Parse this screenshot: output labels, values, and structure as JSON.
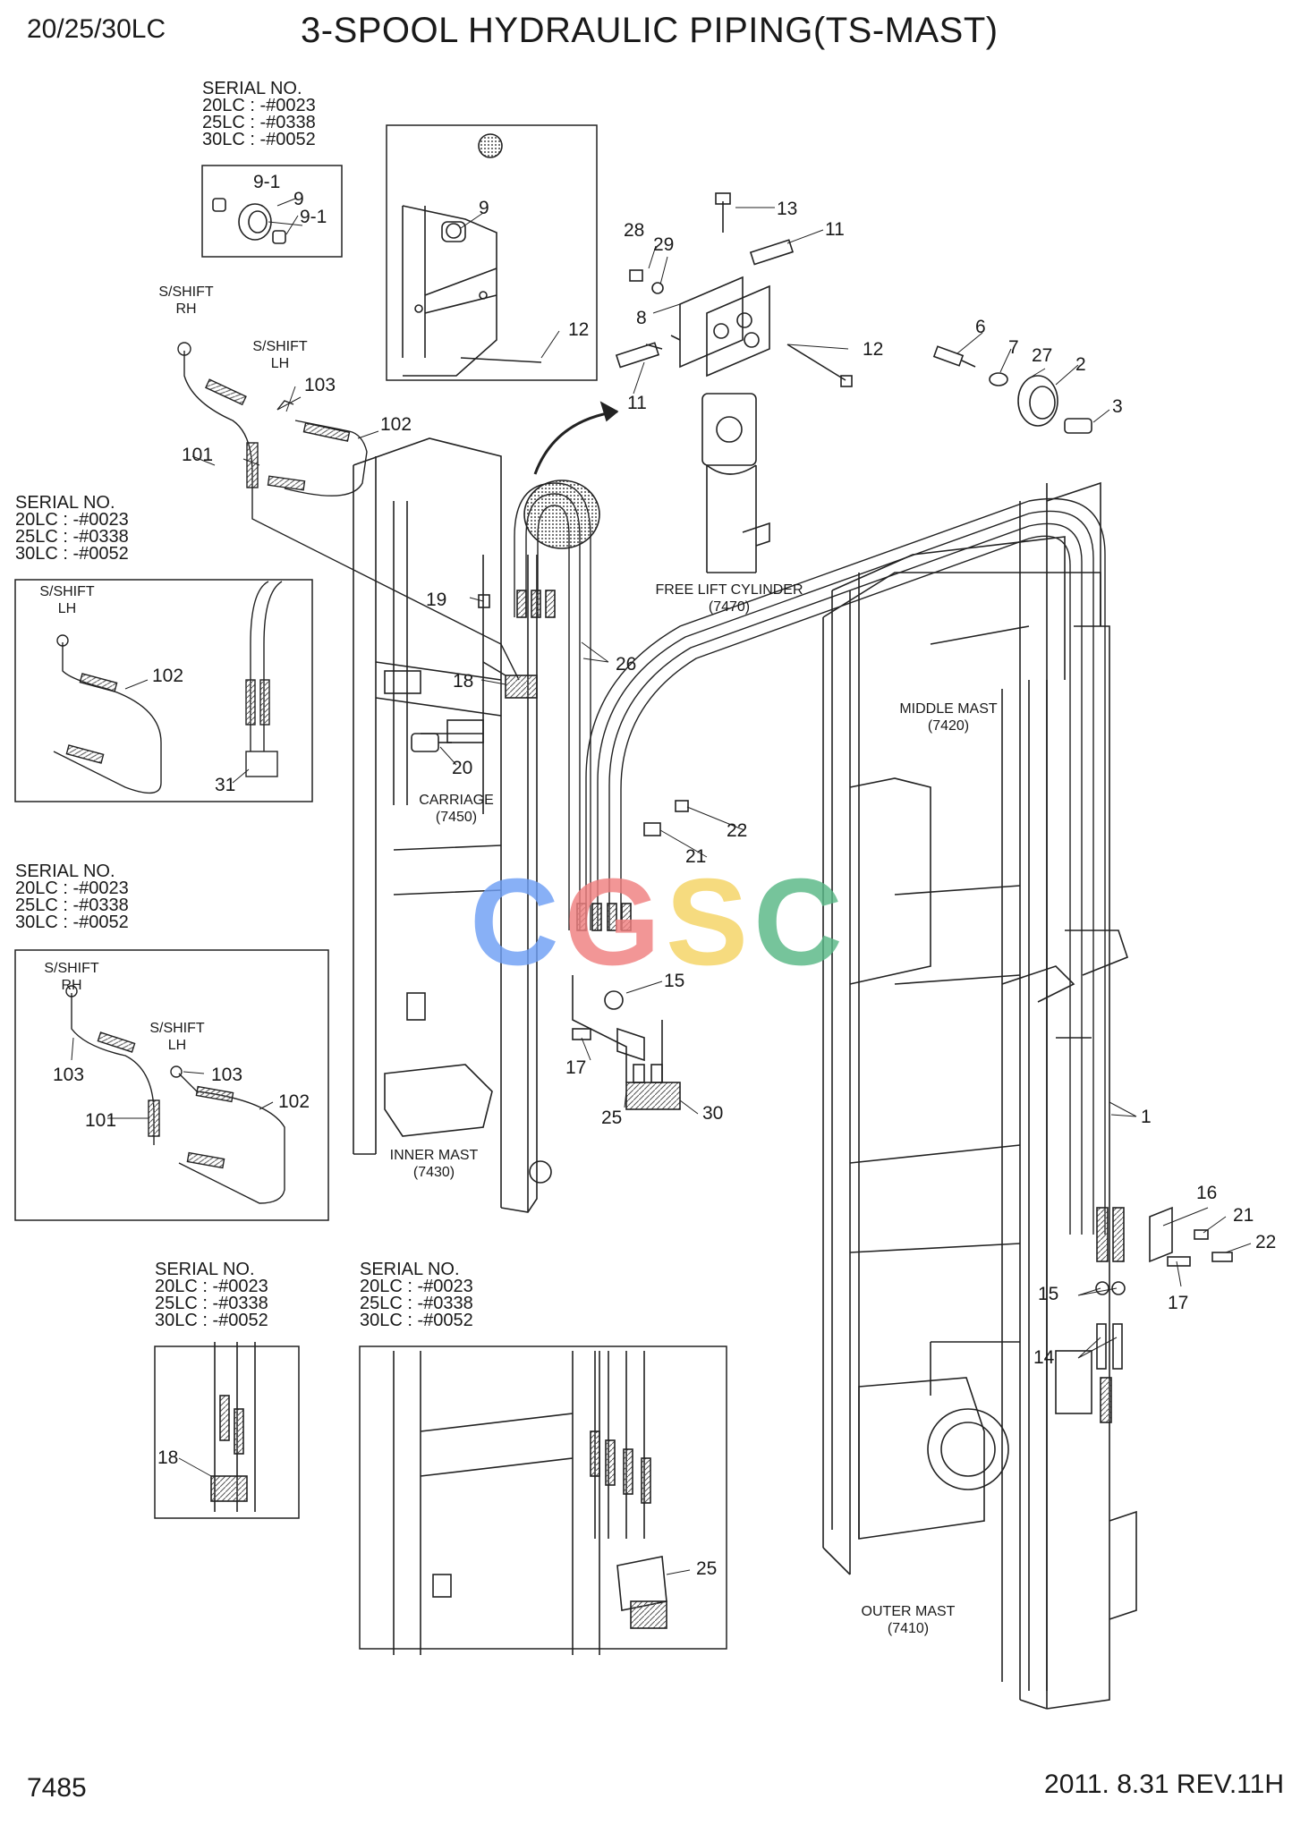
{
  "header": {
    "model": "20/25/30LC",
    "title": "3-SPOOL HYDRAULIC PIPING(TS-MAST)"
  },
  "footer": {
    "page_number": "7485",
    "revision": "2011. 8.31  REV.11H"
  },
  "serial_blocks": {
    "top_left": "SERIAL NO.\n20LC : -#0023\n25LC : -#0338\n30LC : -#0052",
    "mid_left_1": "SERIAL NO.\n20LC : -#0023\n25LC : -#0338\n30LC : -#0052",
    "mid_left_2": "SERIAL NO.\n20LC : -#0023\n25LC : -#0338\n30LC : -#0052",
    "bottom_1": "SERIAL NO.\n20LC : -#0023\n25LC : -#0338\n30LC : -#0052",
    "bottom_2": "SERIAL NO.\n20LC : -#0023\n25LC : -#0338\n30LC : -#0052"
  },
  "captions": {
    "free_lift_cylinder": "FREE LIFT CYLINDER",
    "free_lift_cylinder_no": "(7470)",
    "middle_mast": "MIDDLE MAST",
    "middle_mast_no": "(7420)",
    "carriage": "CARRIAGE",
    "carriage_no": "(7450)",
    "inner_mast": "INNER MAST",
    "inner_mast_no": "(7430)",
    "outer_mast": "OUTER MAST",
    "outer_mast_no": "(7410)"
  },
  "sideshift_labels": {
    "rh": "S/SHIFT\nRH",
    "lh": "S/SHIFT\nLH"
  },
  "callouts": {
    "p1": "1",
    "p2": "2",
    "p3": "3",
    "p6": "6",
    "p7": "7",
    "p8": "8",
    "p9": "9",
    "p9_1": "9-1",
    "p11": "11",
    "p12": "12",
    "p13": "13",
    "p14": "14",
    "p15": "15",
    "p16": "16",
    "p17": "17",
    "p18": "18",
    "p19": "19",
    "p20": "20",
    "p21": "21",
    "p22": "22",
    "p25": "25",
    "p26": "26",
    "p27": "27",
    "p28": "28",
    "p29": "29",
    "p30": "30",
    "p31": "31",
    "p101": "101",
    "p102": "102",
    "p103": "103"
  },
  "watermark": {
    "c1": "C",
    "g": "G",
    "s": "S",
    "c2": "C"
  },
  "colors": {
    "line": "#222222",
    "hatch": "#555555",
    "wm_blue": "#6f9ff5",
    "wm_red": "#f08080",
    "wm_yellow": "#f5d463",
    "wm_green": "#58b886"
  }
}
